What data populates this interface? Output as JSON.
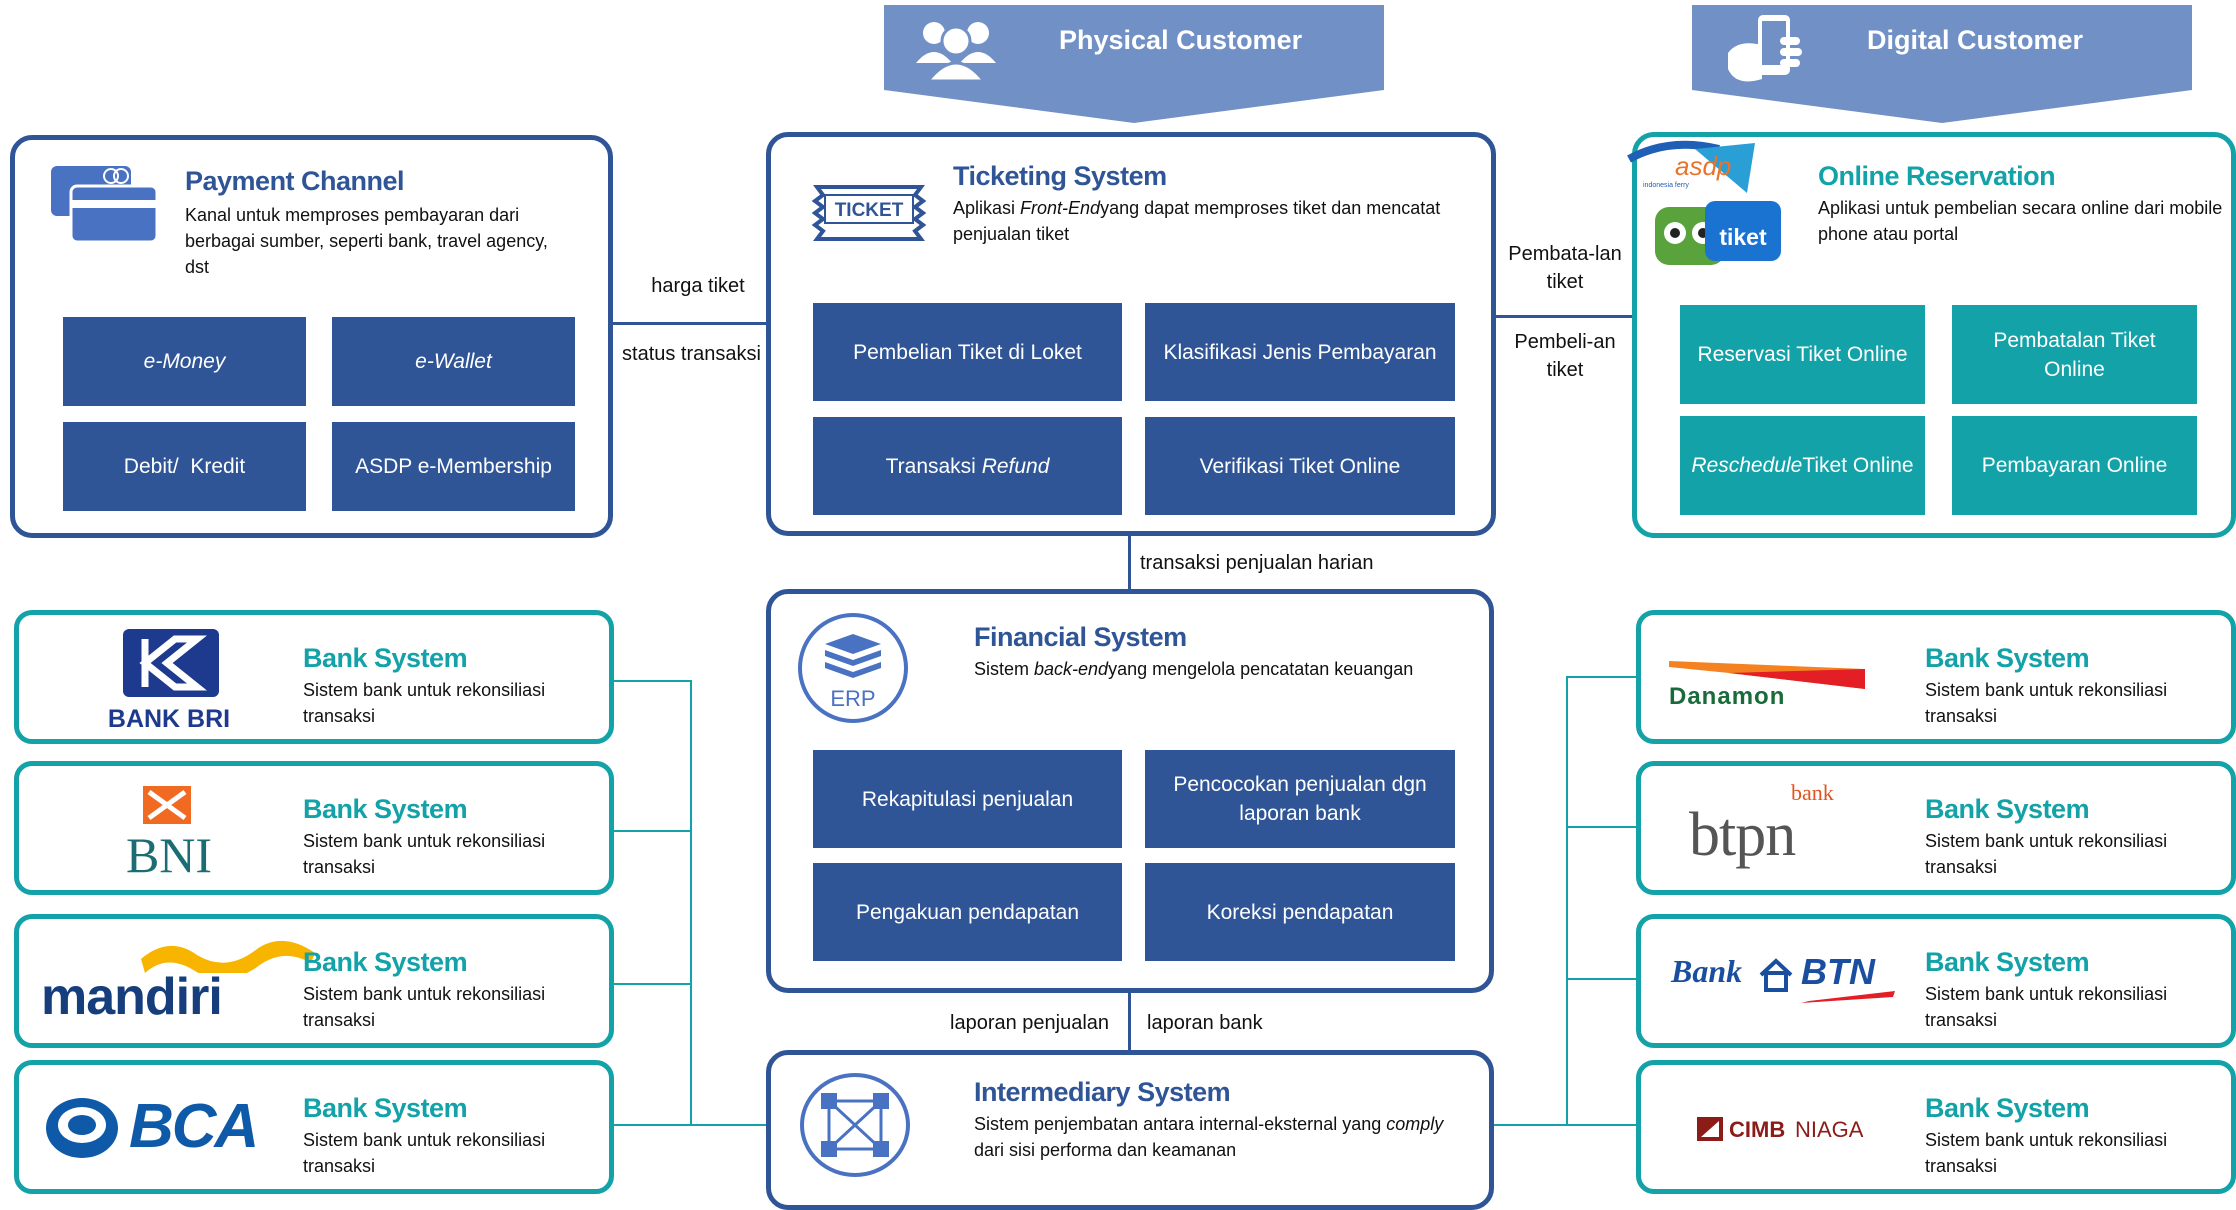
{
  "colors": {
    "primary_blue": "#2f5597",
    "teal": "#12a2a8",
    "header_blue": "#7090c6"
  },
  "headers": {
    "physical": {
      "label": "Physical Customer",
      "icon": "people-icon"
    },
    "digital": {
      "label": "Digital Customer",
      "icon": "phone-in-hand-icon"
    }
  },
  "payment_channel": {
    "title": "Payment Channel",
    "desc": "Kanal untuk memproses pembayaran dari berbagai sumber, seperti bank, travel agency, dst",
    "tiles": [
      "e-Money",
      "e-Wallet",
      "Debit/  Kredit",
      "ASDP e-Membership"
    ]
  },
  "ticketing": {
    "title": "Ticketing System",
    "desc_pre": "Aplikasi ",
    "desc_em": "Front-End",
    "desc_post": "yang dapat memproses tiket dan mencatat penjualan tiket",
    "ticket_icon_text": "TICKET",
    "tiles": [
      "Pembelian Tiket di Loket",
      "Klasifikasi Jenis Pembayaran",
      "Verifikasi Tiket Online"
    ],
    "refund_pre": "Transaksi ",
    "refund_em": "Refund"
  },
  "online": {
    "title": "Online Reservation",
    "desc": "Aplikasi untuk pembelian secara online dari mobile phone atau portal",
    "logo_asdp": "asdp",
    "logo_asdp_sub": "indonesia ferry",
    "logo_tiket": "tiket",
    "tiles": [
      "Reservasi Tiket Online",
      "Pembatalan Tiket Online",
      "Pembayaran Online"
    ],
    "reschedule_em": "Reschedule",
    "reschedule_post": "Tiket Online"
  },
  "financial": {
    "title": "Financial System",
    "desc_pre": "Sistem ",
    "desc_em": "back-end",
    "desc_post": "yang mengelola pencatatan keuangan",
    "erp_text": "ERP",
    "tiles": [
      "Rekapitulasi penjualan",
      "Pencocokan penjualan dgn laporan bank",
      "Pengakuan pendapatan",
      "Koreksi pendapatan"
    ]
  },
  "intermediary": {
    "title": "Intermediary System",
    "desc_pre": "Sistem penjembatan antara internal-eksternal yang ",
    "desc_em": "comply",
    "desc_post": " dari sisi performa dan keamanan"
  },
  "labels": {
    "harga_tiket": "harga tiket",
    "status_transaksi": "status transaksi",
    "pembatalan_tiket": "Pembata-lan tiket",
    "pembelian_tiket": "Pembeli-an tiket",
    "transaksi_harian": "transaksi penjualan harian",
    "laporan_penjualan": "laporan penjualan",
    "laporan_bank": "laporan bank"
  },
  "bank_card": {
    "title": "Bank System",
    "desc": "Sistem bank untuk rekonsiliasi transaksi"
  },
  "banks_left": [
    {
      "logo": "BANK BRI"
    },
    {
      "logo": "BNI"
    },
    {
      "logo": "mandiri"
    },
    {
      "logo": "BCA"
    }
  ],
  "banks_right": [
    {
      "logo": "Danamon"
    },
    {
      "logo": "btpn",
      "logo_sup": "bank"
    },
    {
      "logo_a": "Bank",
      "logo_b": "BTN"
    },
    {
      "logo_a": "CIMB",
      "logo_b": "NIAGA"
    }
  ]
}
